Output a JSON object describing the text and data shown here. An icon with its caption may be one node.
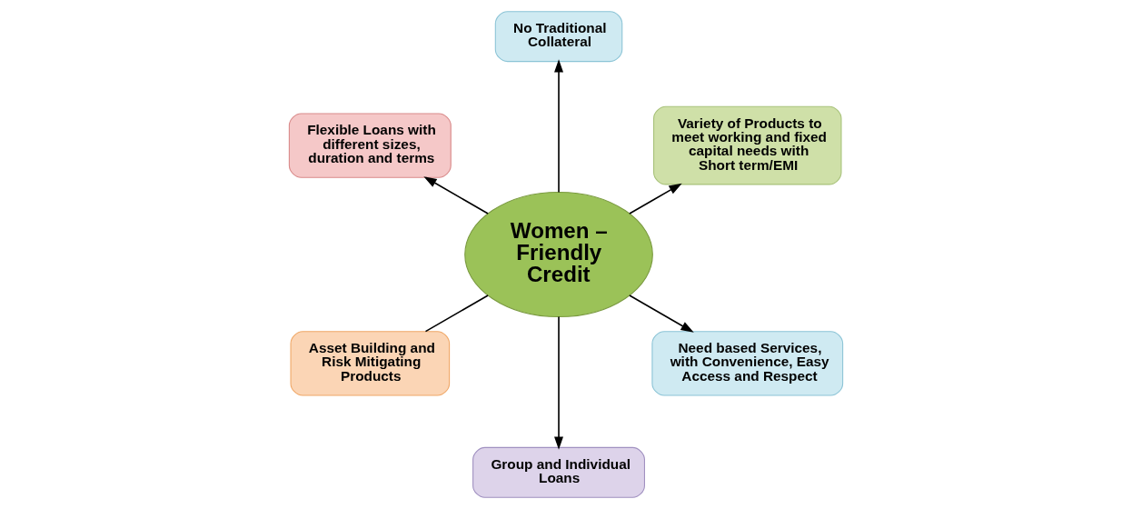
{
  "diagram": {
    "nodes": [
      {
        "text": [
          "Women – Friendly Credit"
        ]
      },
      {
        "text": [
          "Variety of Products to meet working and fixed capital needs with Short term/EMI"
        ]
      },
      {
        "text": [
          "No Traditional Collateral"
        ]
      },
      {
        "text": [
          "Flexible Loans with different sizes, duration and terms"
        ]
      },
      {
        "text": [
          "Asset Building and Risk Mitigating Products"
        ]
      },
      {
        "text": [
          "Group and Individual Loans"
        ]
      },
      {
        "text": [
          "Need based Services, with Convenience, Easy Access and Respect"
        ]
      }
    ],
    "edges": [
      {
        "from": 0,
        "to": 1,
        "arrow": "to"
      },
      {
        "from": 0,
        "to": 2,
        "arrow": "to"
      },
      {
        "from": 0,
        "to": 3,
        "arrow": "to"
      },
      {
        "from": 0,
        "to": 4,
        "arrow": "none"
      },
      {
        "from": 0,
        "to": 5,
        "arrow": "to"
      },
      {
        "from": 0,
        "to": 6,
        "arrow": "to"
      }
    ]
  }
}
